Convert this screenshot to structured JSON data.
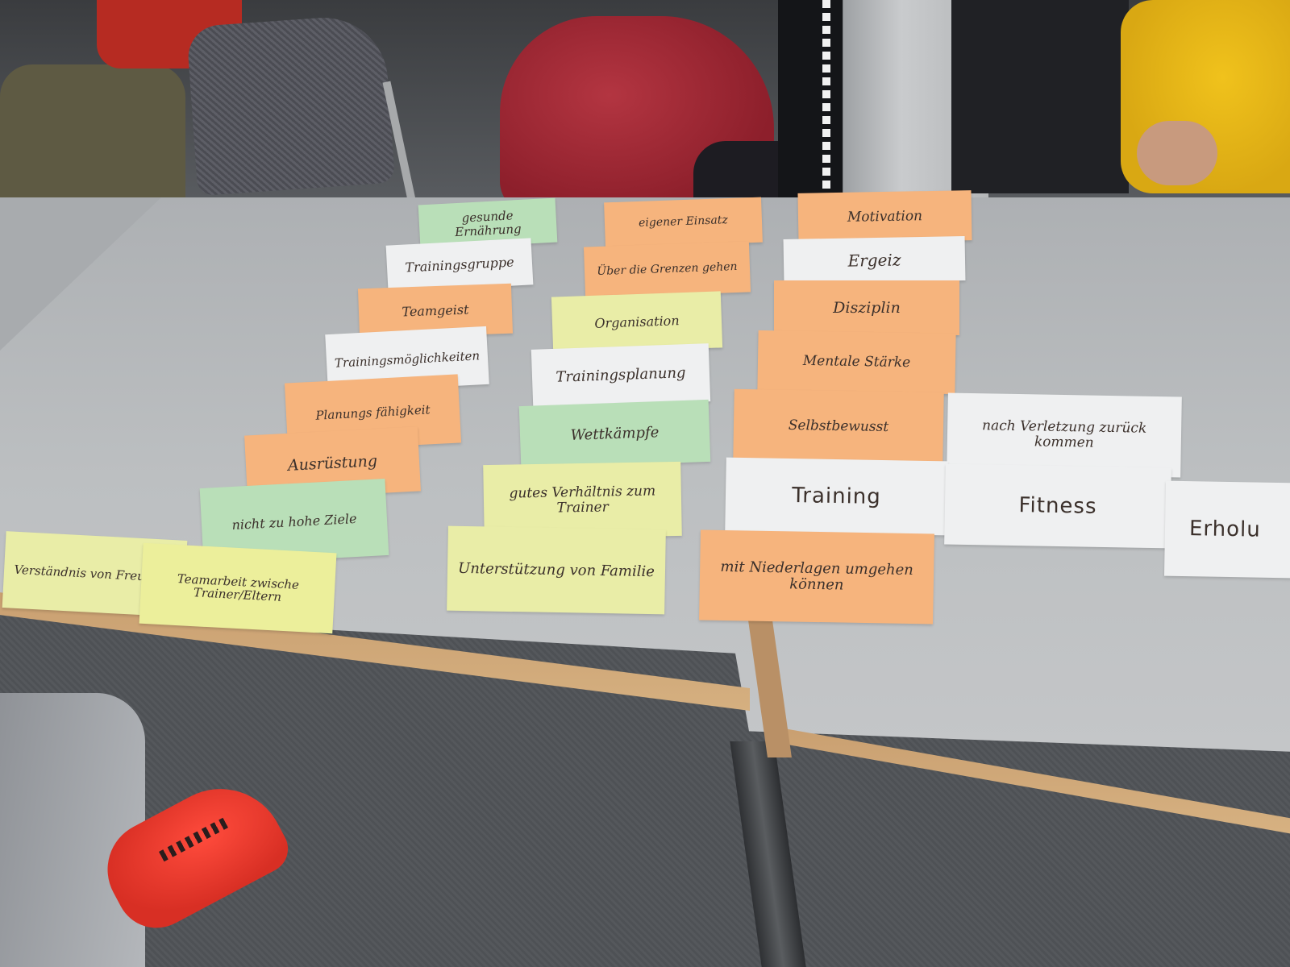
{
  "cards": {
    "c1": "gesunde Ernährung",
    "c2": "Trainingsgruppe",
    "c3": "Teamgeist",
    "c4": "Trainingsmöglichkeiten",
    "c5": "Planungs fähigkeit",
    "c6": "Ausrüstung",
    "c7": "nicht zu hohe Ziele",
    "c8": "Verständnis von Freunden",
    "c9": "Teamarbeit zwische Trainer/Eltern",
    "c10": "eigener Einsatz",
    "c11": "Über die Grenzen gehen",
    "c12": "Organisation",
    "c13": "Trainingsplanung",
    "c14": "Wettkämpfe",
    "c15": "gutes Verhältnis zum Trainer",
    "c16": "Unterstützung von Familie",
    "c17": "Motivation",
    "c18": "Ergeiz",
    "c19": "Disziplin",
    "c20": "Mentale Stärke",
    "c21": "Selbstbewusst",
    "c22": "nach Verletzung zurück kommen",
    "c23": "Training",
    "c24": "Fitness",
    "c25": "Erholu",
    "c26": "mit Niederlagen umgehen können"
  },
  "colors": {
    "green": "#b9dfb8",
    "white": "#eff0f1",
    "orange": "#f6b47d",
    "yellow": "#ecef9b",
    "table": "#bcbfc1",
    "table_edge": "#d2ac7c"
  }
}
